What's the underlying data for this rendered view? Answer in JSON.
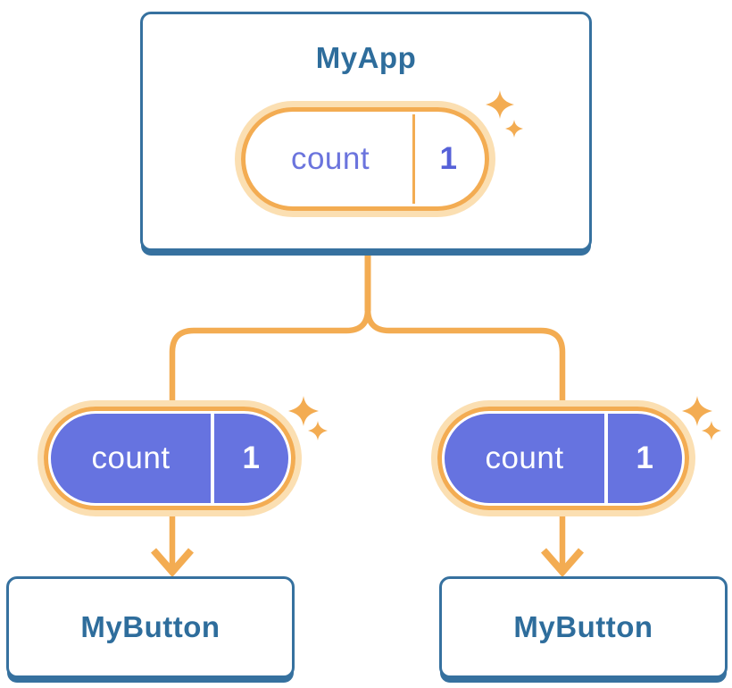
{
  "colors": {
    "accent_orange": "#F3AC52",
    "accent_orange_light": "#FBDFB2",
    "state_purple": "#6673E0",
    "card_blue": "#36719F",
    "text_blue": "#2E6D9C",
    "pill_text_purple": "#6B74DD",
    "pill_value_purple": "#5661D8",
    "background": "#FFFFFF"
  },
  "root_card": {
    "title": "MyApp",
    "pill": {
      "label": "count",
      "value": "1"
    }
  },
  "child_pills": {
    "left": {
      "label": "count",
      "value": "1"
    },
    "right": {
      "label": "count",
      "value": "1"
    }
  },
  "child_cards": {
    "left": {
      "title": "MyButton"
    },
    "right": {
      "title": "MyButton"
    }
  }
}
